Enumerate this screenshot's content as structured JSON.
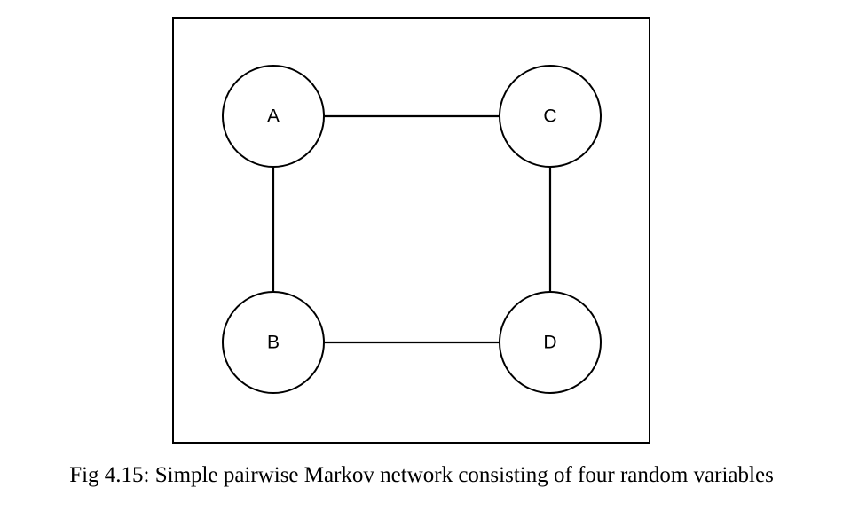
{
  "diagram": {
    "nodes": [
      {
        "id": "A",
        "label": "A"
      },
      {
        "id": "C",
        "label": "C"
      },
      {
        "id": "B",
        "label": "B"
      },
      {
        "id": "D",
        "label": "D"
      }
    ],
    "edges": [
      {
        "from": "A",
        "to": "C"
      },
      {
        "from": "A",
        "to": "B"
      },
      {
        "from": "C",
        "to": "D"
      },
      {
        "from": "B",
        "to": "D"
      }
    ]
  },
  "caption": "Fig 4.15: Simple pairwise Markov network consisting of four random variables"
}
